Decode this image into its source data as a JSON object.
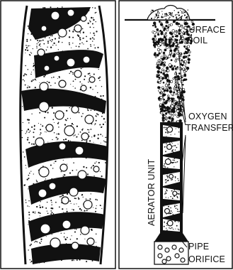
{
  "labels": {
    "surface_line1": "SURFACE",
    "surface_line2": "BOIL",
    "oxygen_line1": "OXYGEN",
    "oxygen_line2": "TRANSFER",
    "aerator_unit": "AERATOR UNIT",
    "pipe_line1": "PIPE",
    "pipe_line2": "ORIFICE"
  },
  "colors": {
    "ink": "#111111",
    "paper": "#ffffff"
  }
}
